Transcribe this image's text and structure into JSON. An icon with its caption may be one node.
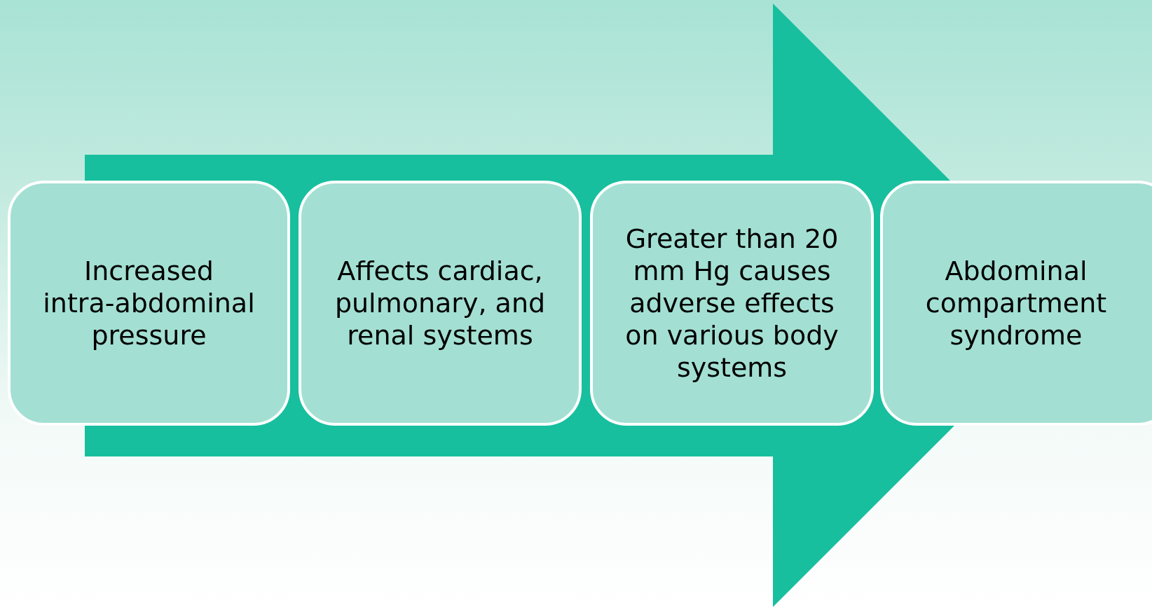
{
  "diagram": {
    "nodes": [
      {
        "text": [
          "Increased intra-abdominal pressure"
        ]
      },
      {
        "text": [
          "Affects cardiac, pulmonary, and renal systems"
        ]
      },
      {
        "text": [
          "Greater than 20 mm Hg causes adverse effects on various body systems"
        ]
      },
      {
        "text": [
          "Abdominal compartment syndrome"
        ]
      }
    ],
    "edges": [
      {
        "from": 0,
        "to": 3,
        "arrow": "to"
      }
    ]
  }
}
